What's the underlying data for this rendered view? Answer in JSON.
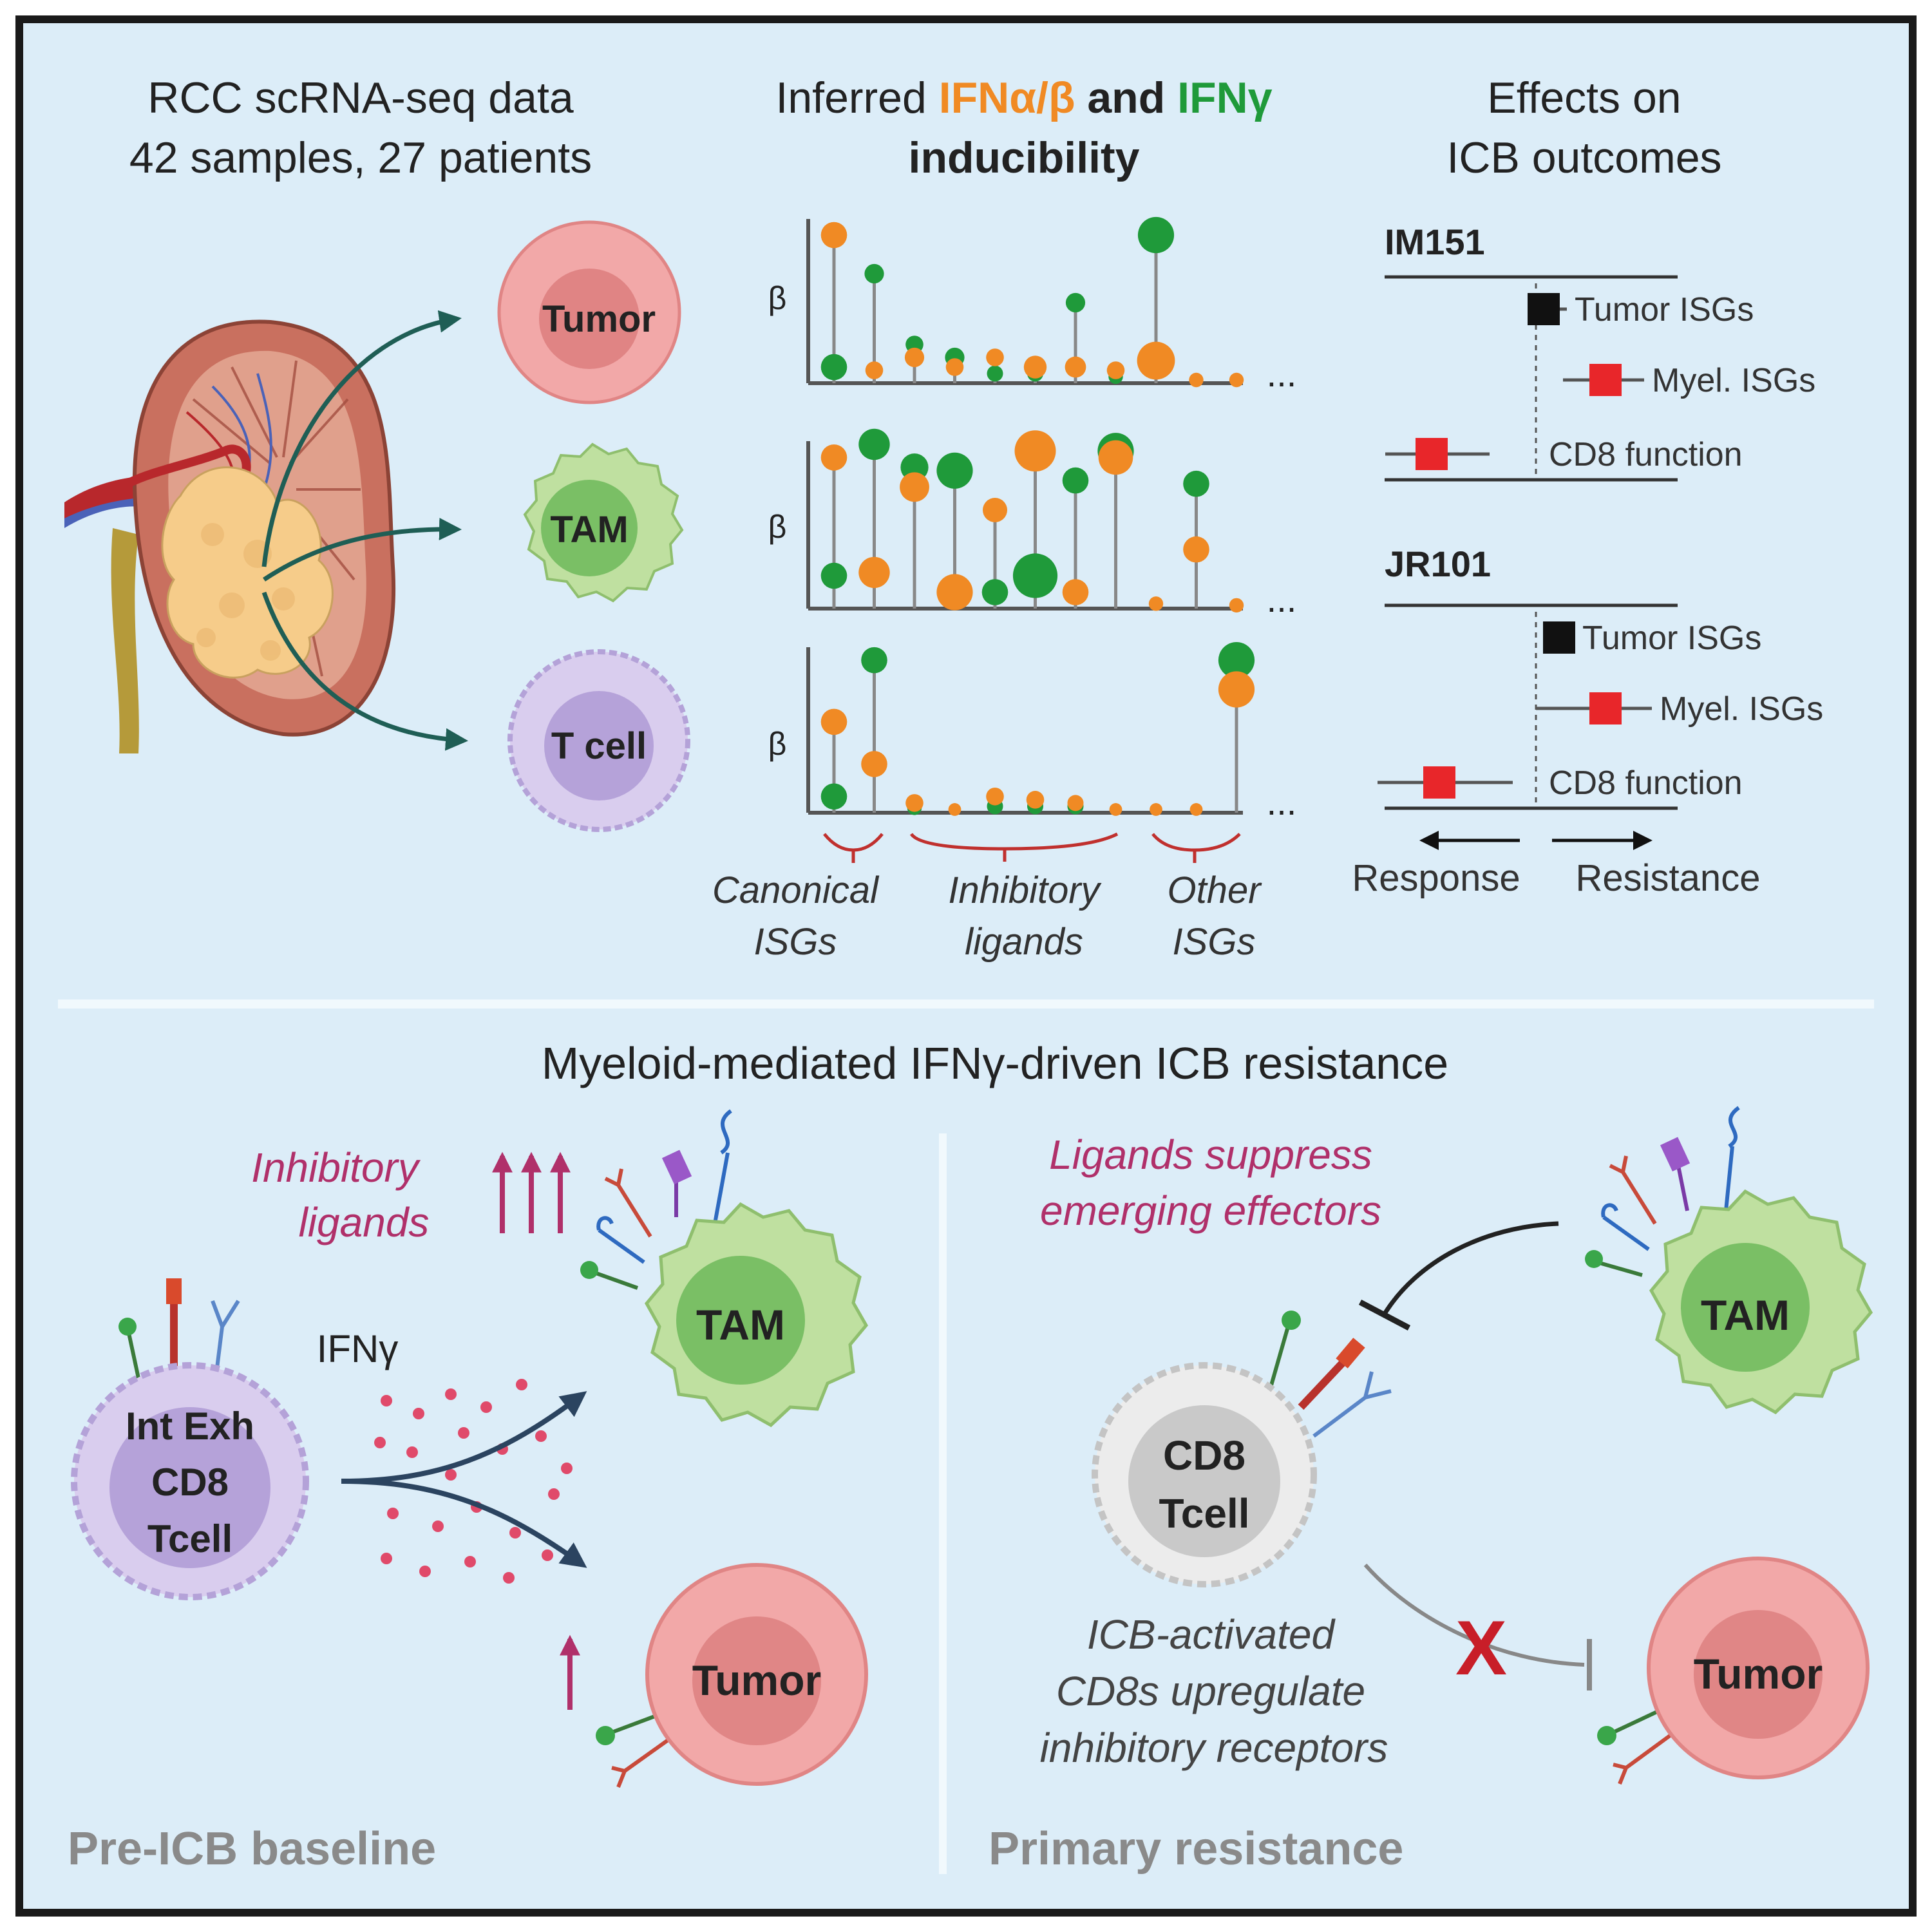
{
  "colors": {
    "panel_bg": "#dcedf8",
    "border": "#1a1a1a",
    "ifn_ab": "#f08a24",
    "ifn_g": "#1f9a3a",
    "teal_arrow": "#1f5e55",
    "navy_arrow": "#2b4460",
    "magenta": "#b0306a",
    "red_x": "#c81e28",
    "gray_text": "#8a8a8a",
    "dark_text": "#222222",
    "tumor_fill": "#f2a8a8",
    "tumor_nucleus": "#d97878",
    "tam_fill": "#bfe0a0",
    "tam_nucleus": "#6db85a",
    "tcell_fill": "#d9cdee",
    "tcell_nucleus": "#a893d2",
    "cd8_fill": "#ececec",
    "cd8_nucleus": "#bdbdbd",
    "forest_black": "#111111",
    "forest_red": "#e8262a"
  },
  "top": {
    "col1": {
      "line1": "RCC scRNA-seq data",
      "line2": "42 samples, 27 patients"
    },
    "col2": {
      "prefix": "Inferred ",
      "ifn_ab": "IFNα/β",
      "and": " and ",
      "ifn_g": "IFNγ",
      "line2": "inducibility"
    },
    "col3": {
      "line1": "Effects on",
      "line2": "ICB outcomes"
    },
    "cells": [
      "Tumor",
      "TAM",
      "T cell"
    ],
    "beta_label": "β",
    "ellipsis": "...",
    "groups": [
      {
        "line1": "Canonical",
        "line2": "ISGs"
      },
      {
        "line1": "Inhibitory",
        "line2": "ligands"
      },
      {
        "line1": "Other",
        "line2": "ISGs"
      }
    ]
  },
  "lollipop_panels": [
    {
      "cell": "Tumor",
      "orange": [
        {
          "v": 0.92,
          "s": 0.55
        },
        {
          "v": 0.08,
          "s": 0.3
        },
        {
          "v": 0.16,
          "s": 0.35
        },
        {
          "v": 0.1,
          "s": 0.3
        },
        {
          "v": 0.16,
          "s": 0.3
        },
        {
          "v": 0.1,
          "s": 0.45
        },
        {
          "v": 0.1,
          "s": 0.4
        },
        {
          "v": 0.08,
          "s": 0.3
        },
        {
          "v": 0.14,
          "s": 0.9
        },
        {
          "v": 0.02,
          "s": 0.2
        },
        {
          "v": 0.02,
          "s": 0.2
        }
      ],
      "green": [
        {
          "v": 0.1,
          "s": 0.55
        },
        {
          "v": 0.68,
          "s": 0.35
        },
        {
          "v": 0.24,
          "s": 0.3
        },
        {
          "v": 0.16,
          "s": 0.35
        },
        {
          "v": 0.06,
          "s": 0.25
        },
        {
          "v": 0.06,
          "s": 0.25
        },
        {
          "v": 0.5,
          "s": 0.35
        },
        {
          "v": 0.04,
          "s": 0.2
        },
        {
          "v": 0.92,
          "s": 0.85
        },
        {
          "v": 0.0,
          "s": 0.0
        },
        {
          "v": 0.0,
          "s": 0.0
        }
      ]
    },
    {
      "cell": "TAM",
      "orange": [
        {
          "v": 0.92,
          "s": 0.55
        },
        {
          "v": 0.22,
          "s": 0.7
        },
        {
          "v": 0.74,
          "s": 0.65
        },
        {
          "v": 0.1,
          "s": 0.85
        },
        {
          "v": 0.6,
          "s": 0.5
        },
        {
          "v": 0.96,
          "s": 1.0
        },
        {
          "v": 0.1,
          "s": 0.55
        },
        {
          "v": 0.92,
          "s": 0.8
        },
        {
          "v": 0.03,
          "s": 0.2
        },
        {
          "v": 0.36,
          "s": 0.55
        },
        {
          "v": 0.02,
          "s": 0.2
        }
      ],
      "green": [
        {
          "v": 0.2,
          "s": 0.55
        },
        {
          "v": 1.0,
          "s": 0.7
        },
        {
          "v": 0.86,
          "s": 0.6
        },
        {
          "v": 0.84,
          "s": 0.85
        },
        {
          "v": 0.1,
          "s": 0.55
        },
        {
          "v": 0.2,
          "s": 1.1
        },
        {
          "v": 0.78,
          "s": 0.55
        },
        {
          "v": 0.96,
          "s": 0.85
        },
        {
          "v": 0.0,
          "s": 0.0
        },
        {
          "v": 0.76,
          "s": 0.55
        },
        {
          "v": 0.0,
          "s": 0.0
        }
      ]
    },
    {
      "cell": "T cell",
      "orange": [
        {
          "v": 0.56,
          "s": 0.55
        },
        {
          "v": 0.3,
          "s": 0.55
        },
        {
          "v": 0.06,
          "s": 0.3
        },
        {
          "v": 0.02,
          "s": 0.15
        },
        {
          "v": 0.1,
          "s": 0.3
        },
        {
          "v": 0.08,
          "s": 0.3
        },
        {
          "v": 0.06,
          "s": 0.25
        },
        {
          "v": 0.02,
          "s": 0.15
        },
        {
          "v": 0.02,
          "s": 0.15
        },
        {
          "v": 0.02,
          "s": 0.15
        },
        {
          "v": 0.76,
          "s": 0.85
        }
      ],
      "green": [
        {
          "v": 0.1,
          "s": 0.55
        },
        {
          "v": 0.94,
          "s": 0.55
        },
        {
          "v": 0.03,
          "s": 0.2
        },
        {
          "v": 0.0,
          "s": 0.0
        },
        {
          "v": 0.04,
          "s": 0.25
        },
        {
          "v": 0.04,
          "s": 0.25
        },
        {
          "v": 0.04,
          "s": 0.25
        },
        {
          "v": 0.0,
          "s": 0.0
        },
        {
          "v": 0.0,
          "s": 0.0
        },
        {
          "v": 0.0,
          "s": 0.0
        },
        {
          "v": 0.94,
          "s": 0.85
        }
      ]
    }
  ],
  "forest": {
    "cohorts": [
      {
        "name": "IM151",
        "rows": [
          {
            "label": "Tumor ISGs",
            "effect": 0.1,
            "lo": -0.1,
            "hi": 0.4,
            "color": "black"
          },
          {
            "label": "Myel. ISGs",
            "effect": 0.9,
            "lo": 0.35,
            "hi": 1.4,
            "color": "red"
          },
          {
            "label": "CD8 function",
            "effect": -1.35,
            "lo": -1.95,
            "hi": -0.6,
            "color": "red"
          }
        ]
      },
      {
        "name": "JR101",
        "rows": [
          {
            "label": "Tumor ISGs",
            "effect": 0.3,
            "lo": 0.1,
            "hi": 0.5,
            "color": "black"
          },
          {
            "label": "Myel. ISGs",
            "effect": 0.9,
            "lo": 0.0,
            "hi": 1.5,
            "color": "red"
          },
          {
            "label": "CD8 function",
            "effect": -1.25,
            "lo": -2.05,
            "hi": -0.3,
            "color": "red"
          }
        ]
      }
    ],
    "response_label": "Response",
    "resistance_label": "Resistance"
  },
  "bottom": {
    "title": "Myeloid-mediated IFNγ-driven ICB resistance",
    "left": {
      "inhibitory_line1": "Inhibitory",
      "inhibitory_line2": "ligands",
      "ifng": "IFNγ",
      "cd8_line1": "Int Exh",
      "cd8_line2": "CD8",
      "cd8_line3": "Tcell",
      "tam": "TAM",
      "tumor": "Tumor",
      "footer": "Pre-ICB baseline"
    },
    "right": {
      "ligands_line1": "Ligands suppress",
      "ligands_line2": "emerging effectors",
      "tam": "TAM",
      "cd8_line1": "CD8",
      "cd8_line2": "Tcell",
      "icb_line1": "ICB-activated",
      "icb_line2": "CD8s upregulate",
      "icb_line3": "inhibitory receptors",
      "x_mark": "X",
      "tumor": "Tumor",
      "footer": "Primary resistance"
    }
  }
}
